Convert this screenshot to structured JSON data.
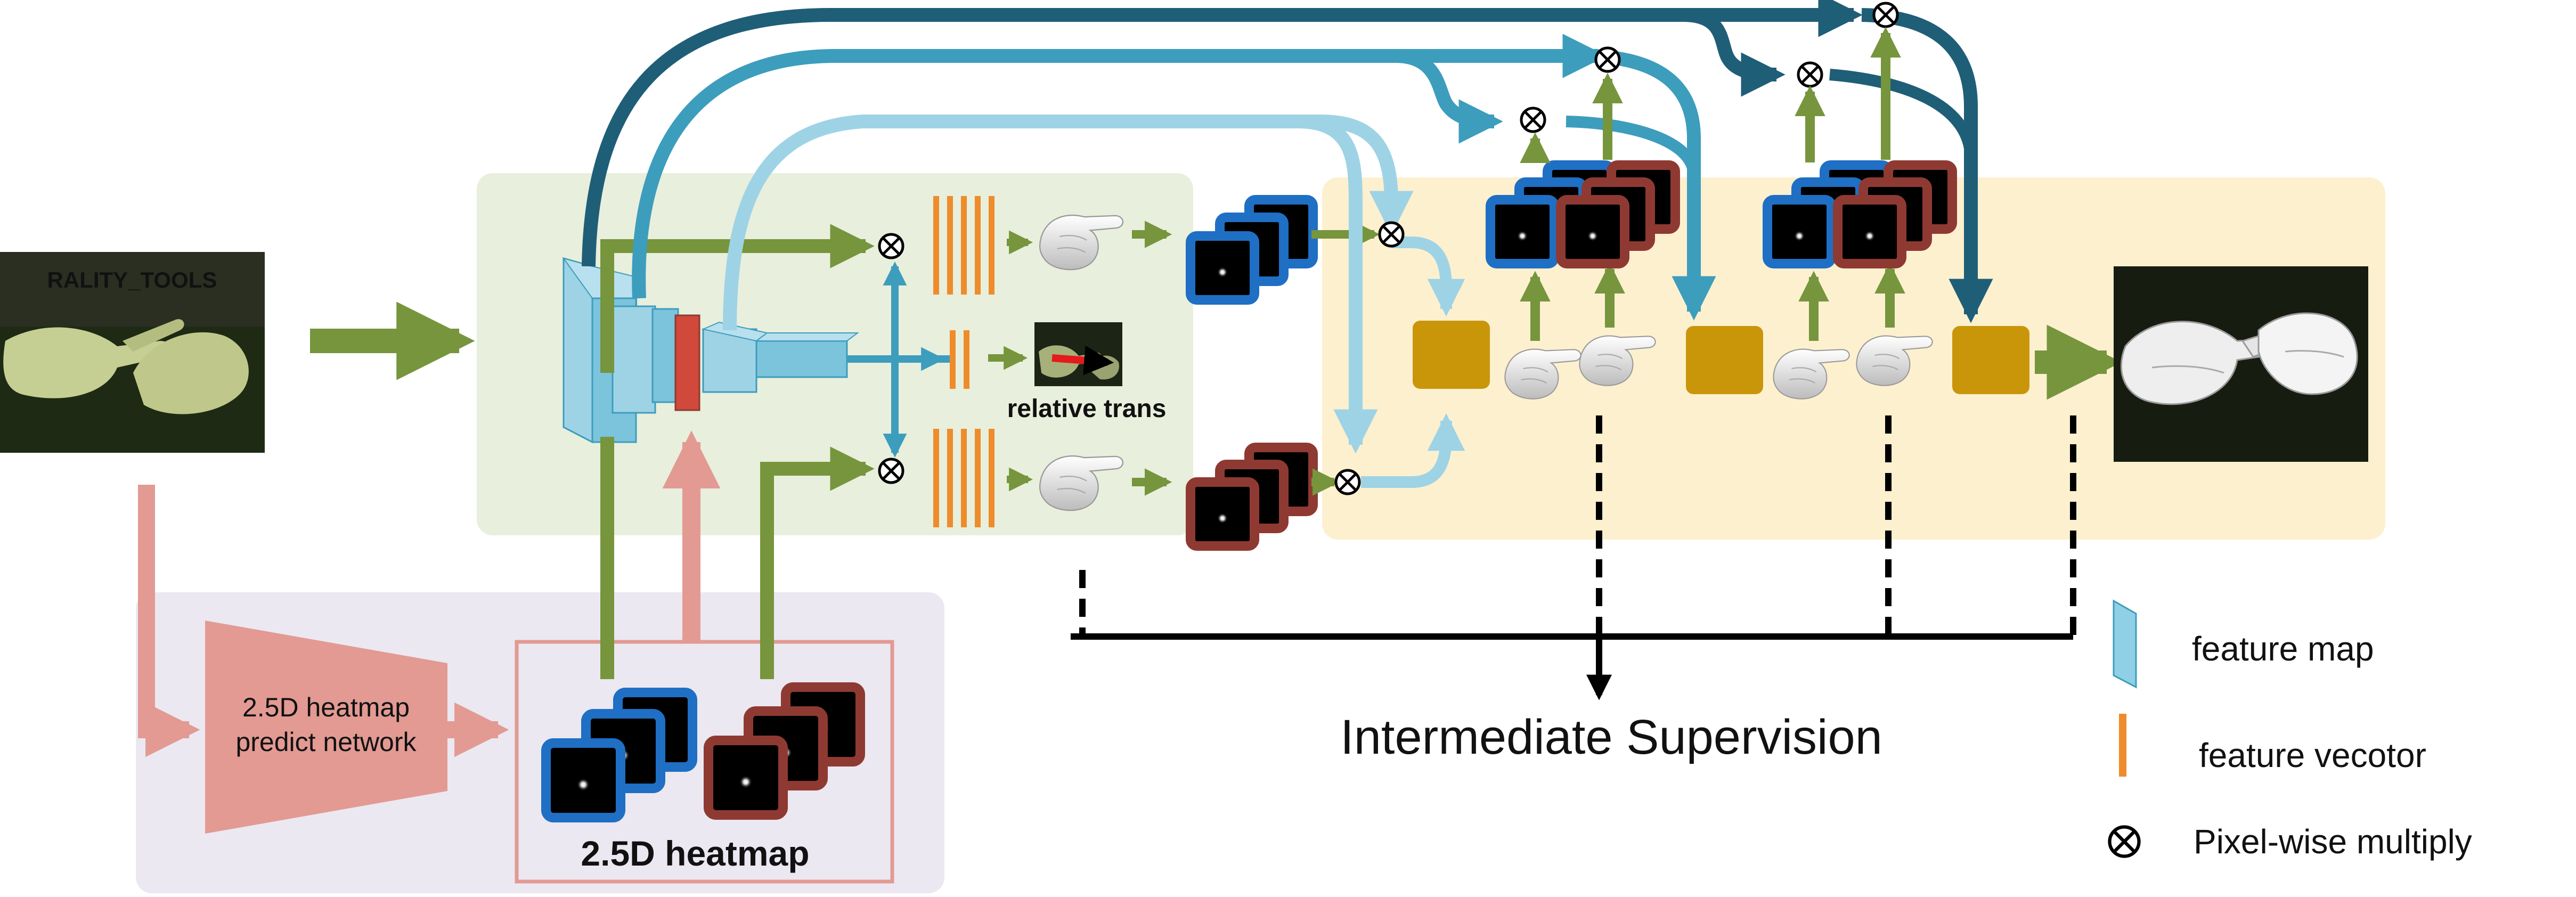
{
  "labels": {
    "relative_trans": "relative trans",
    "heatmap_predict_line1": "2.5D heatmap",
    "heatmap_predict_line2": "predict network",
    "heatmap_title": "2.5D heatmap",
    "intermediate_supervision": "Intermediate Supervision"
  },
  "input_image": {
    "shirt_text": "RALITY_TOOLS"
  },
  "legend": [
    {
      "label": "feature map",
      "icon": "feature-map-icon"
    },
    {
      "label": "feature vecotor",
      "icon": "feature-vector-icon"
    },
    {
      "label": "Pixel-wise  multiply",
      "icon": "pixel-wise-multiply-icon"
    }
  ],
  "colors": {
    "green_panel": "#e8efdc",
    "yellow_panel": "#fdf0cf",
    "purple_panel": "#ebe8f1",
    "green_arrow": "#76953d",
    "pink_arrow": "#e29a93",
    "dark_teal": "#1f5e77",
    "mid_blue": "#3d9dbd",
    "light_blue": "#9ed3e6",
    "fusion_block": "#c9960a",
    "blue_heatmap": "#1f6fc4",
    "red_heatmap": "#8e3a32",
    "feature_vector": "#ee8c2c",
    "feature_map": "#8fd0e6"
  }
}
